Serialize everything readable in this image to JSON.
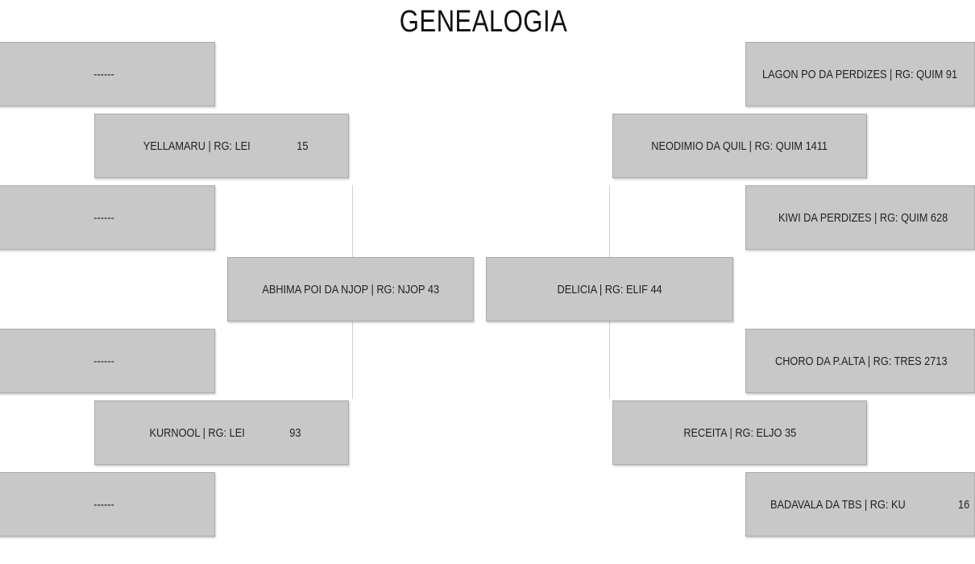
{
  "title": "GENEALOGIA",
  "sire_side": {
    "sire": {
      "name": "ABHIMA POI DA NJOP | RG: NJOP 43"
    },
    "grandsire": {
      "name": "YELLAMARU | RG: LEI",
      "number": "15"
    },
    "granddam": {
      "name": "KURNOOL | RG: LEI",
      "number": "93"
    },
    "great_grandparents": [
      "------",
      "------",
      "------",
      "------"
    ]
  },
  "dam_side": {
    "dam": {
      "name": "DELICIA | RG: ELIF 44"
    },
    "grandsire": {
      "name": "NEODIMIO DA QUIL | RG: QUIM 1411"
    },
    "granddam": {
      "name": "RECEITA | RG: ELJO 35"
    },
    "great_grandparents": [
      {
        "name": "LAGON PO DA PERDIZES | RG: QUIM 91"
      },
      {
        "name": "KIWI DA PERDIZES | RG: QUIM 628"
      },
      {
        "name": "CHORO DA P.ALTA | RG: TRES 2713"
      },
      {
        "name": "BADAVALA DA TBS | RG: KU",
        "number": "16"
      }
    ]
  },
  "colors": {
    "box_fill": "#c8c8c8",
    "box_border": "#aaaaaa",
    "background": "#ffffff"
  }
}
